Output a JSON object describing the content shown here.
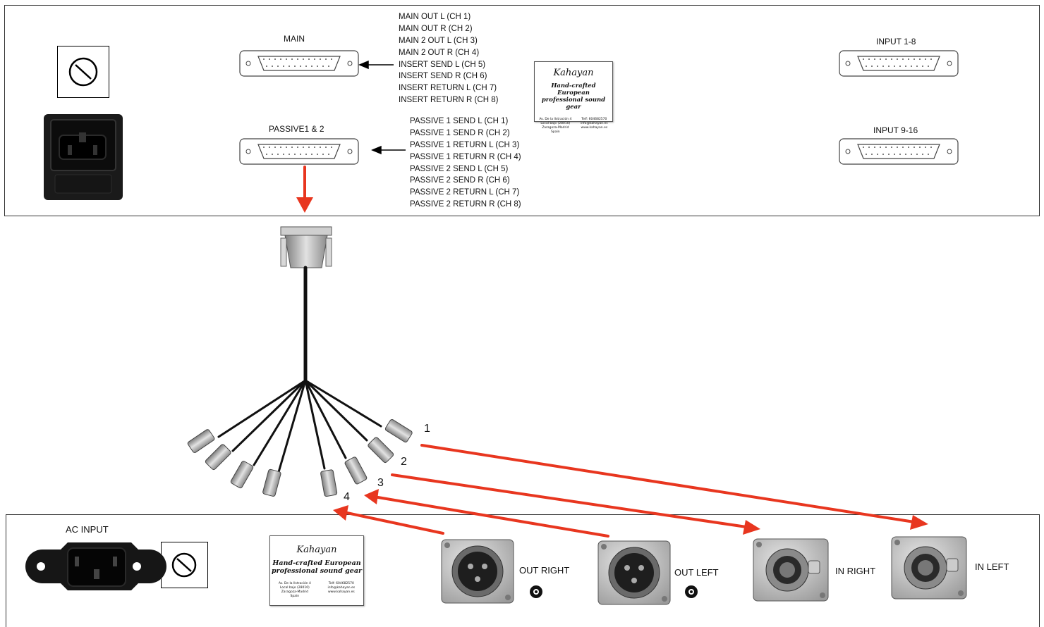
{
  "top_panel": {
    "main_label": "MAIN",
    "passive_label": "PASSIVE1 & 2",
    "input_1_8_label": "INPUT 1-8",
    "input_9_16_label": "INPUT 9-16",
    "main_channels": [
      "MAIN OUT L (CH 1)",
      "MAIN OUT R (CH 2)",
      "MAIN 2 OUT L (CH 3)",
      "MAIN 2 OUT R (CH 4)",
      "INSERT SEND L (CH 5)",
      "INSERT SEND R (CH 6)",
      "INSERT RETURN L (CH 7)",
      "INSERT RETURN R (CH 8)"
    ],
    "passive_channels": [
      "PASSIVE 1 SEND L (CH 1)",
      "PASSIVE 1 SEND R (CH 2)",
      "PASSIVE 1 RETURN L (CH 3)",
      "PASSIVE 1 RETURN R (CH 4)",
      "PASSIVE 2 SEND L (CH 5)",
      "PASSIVE 2 SEND R (CH 6)",
      "PASSIVE 2 RETURN L (CH 7)",
      "PASSIVE 2 RETURN R (CH 8)"
    ]
  },
  "badge": {
    "logo": "Kahayan",
    "tagline_1": "Hand-crafted European",
    "tagline_2": "professional sound gear",
    "address_lines": [
      "Av. De la Ilstración 4",
      "Local bajo (28010)",
      "Zaragoza-Madrid",
      "Spain"
    ],
    "contact_lines": [
      "Telf: 604682570",
      "info@kahayan.es",
      "www.kahayan.es"
    ]
  },
  "cable": {
    "numbers": [
      "1",
      "2",
      "3",
      "4"
    ]
  },
  "bottom_panel": {
    "ac_input_label": "AC INPUT",
    "out_right_label": "OUT RIGHT",
    "out_left_label": "OUT LEFT",
    "in_right_label": "IN RIGHT",
    "in_left_label": "IN LEFT"
  },
  "colors": {
    "arrow_red": "#e8361f",
    "line_black": "#000000",
    "xlr_metal": "#b9b9b9"
  }
}
